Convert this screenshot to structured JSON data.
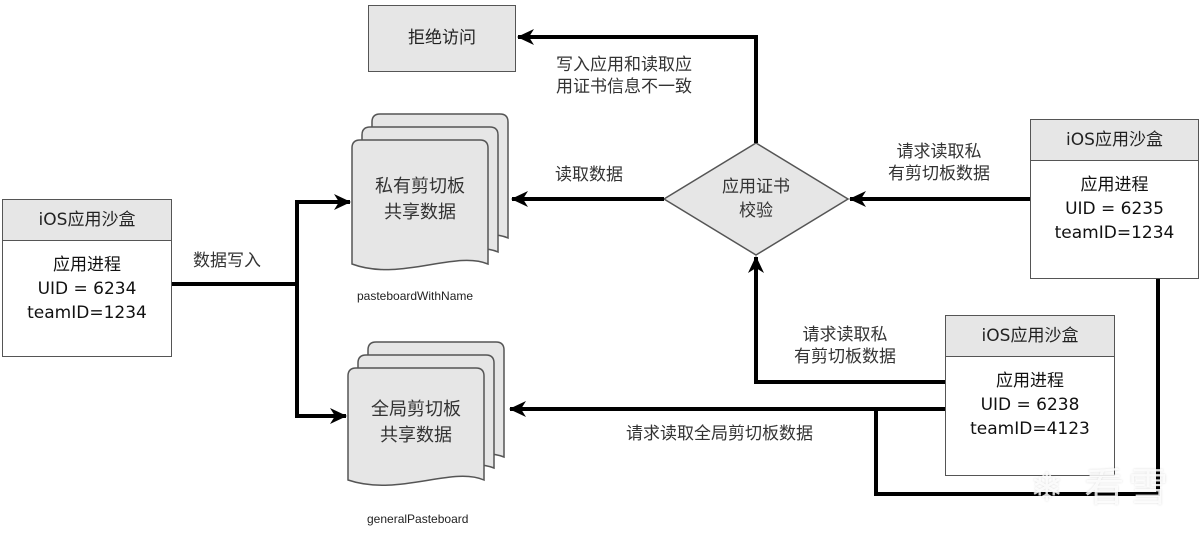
{
  "diagram": {
    "colors": {
      "shape_fill": "#e6e6e6",
      "stroke": "#555555",
      "arrow": "#000000",
      "background": "#ffffff"
    },
    "nodes": {
      "writer_sandbox": {
        "title": "iOS应用沙盒",
        "line1": "应用进程",
        "line2": "UID = 6234",
        "line3": "teamID=1234"
      },
      "reader_sandbox_a": {
        "title": "iOS应用沙盒",
        "line1": "应用进程",
        "line2": "UID = 6235",
        "line3": "teamID=1234"
      },
      "reader_sandbox_b": {
        "title": "iOS应用沙盒",
        "line1": "应用进程",
        "line2": "UID = 6238",
        "line3": "teamID=4123"
      },
      "private_pasteboard": {
        "line1": "私有剪切板",
        "line2": "共享数据",
        "caption": "pasteboardWithName"
      },
      "general_pasteboard": {
        "line1": "全局剪切板",
        "line2": "共享数据",
        "caption": "generalPasteboard"
      },
      "cert_check": {
        "line1": "应用证书",
        "line2": "校验"
      },
      "access_denied": {
        "label": "拒绝访问"
      }
    },
    "edges": {
      "write_data": "数据写入",
      "read_data": "读取数据",
      "mismatch_line1": "写入应用和读取应",
      "mismatch_line2": "用证书信息不一致",
      "request_private_a_line1": "请求读取私",
      "request_private_a_line2": "有剪切板数据",
      "request_private_b_line1": "请求读取私",
      "request_private_b_line2": "有剪切板数据",
      "request_general": "请求读取全局剪切板数据"
    },
    "watermark": "❄ 看雪"
  }
}
